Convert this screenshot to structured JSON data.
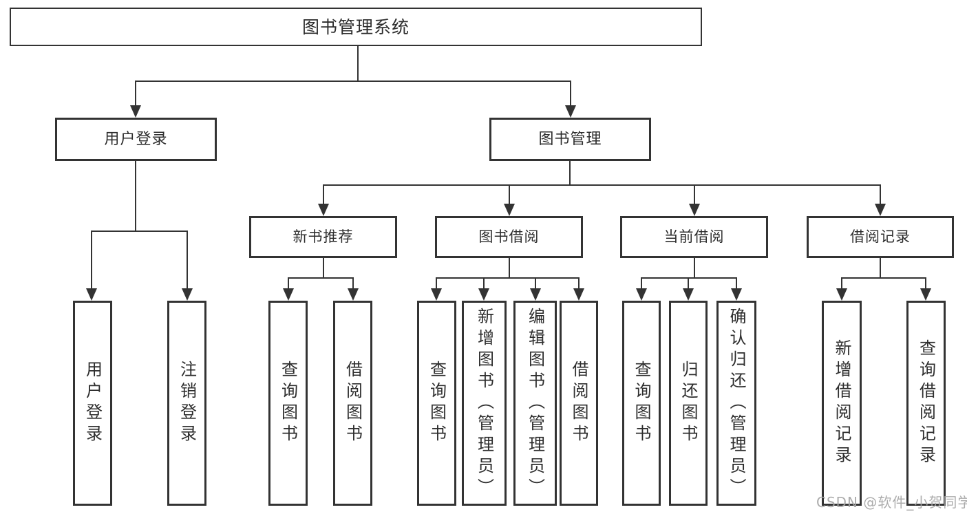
{
  "colors": {
    "ink": "#333333",
    "text": "#2d2d2d",
    "background": "#ffffff",
    "watermark_color": "#a6a6a6"
  },
  "watermark": "CSDN @软件_小贺同学",
  "tree": {
    "root": {
      "label": "图书管理系统"
    },
    "branches": [
      {
        "label": "用户登录",
        "children": [
          {
            "label": "用户登录"
          },
          {
            "label": "注销登录"
          }
        ]
      },
      {
        "label": "图书管理",
        "children": [
          {
            "label": "新书推荐",
            "children": [
              {
                "label": "查询图书"
              },
              {
                "label": "借阅图书"
              }
            ]
          },
          {
            "label": "图书借阅",
            "children": [
              {
                "label": "查询图书"
              },
              {
                "label": "新增图书（管理员）"
              },
              {
                "label": "编辑图书（管理员）"
              },
              {
                "label": "借阅图书"
              }
            ]
          },
          {
            "label": "当前借阅",
            "children": [
              {
                "label": "查询图书"
              },
              {
                "label": "归还图书"
              },
              {
                "label": "确认归还（管理员）"
              }
            ]
          },
          {
            "label": "借阅记录",
            "children": [
              {
                "label": "新增借阅记录"
              },
              {
                "label": "查询借阅记录"
              }
            ]
          }
        ]
      }
    ]
  }
}
